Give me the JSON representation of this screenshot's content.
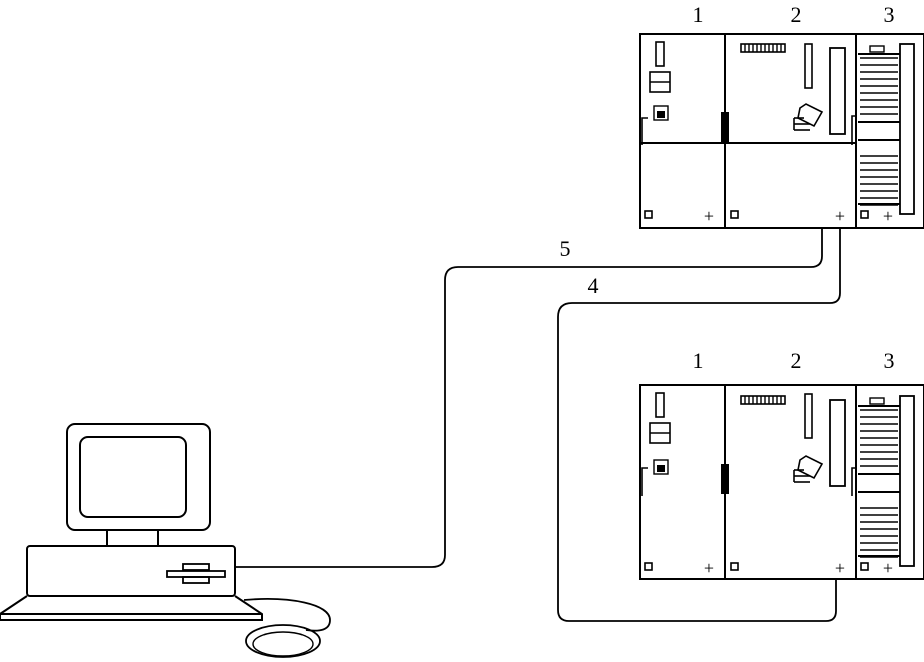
{
  "module_labels": {
    "top": [
      "1",
      "2",
      "3"
    ],
    "bottom": [
      "1",
      "2",
      "3"
    ]
  },
  "cable_labels": {
    "cable_5": "5",
    "cable_4": "4"
  },
  "module_symbols": {
    "plus": "+"
  },
  "colors": {
    "line": "#000000",
    "background": "#ffffff"
  }
}
